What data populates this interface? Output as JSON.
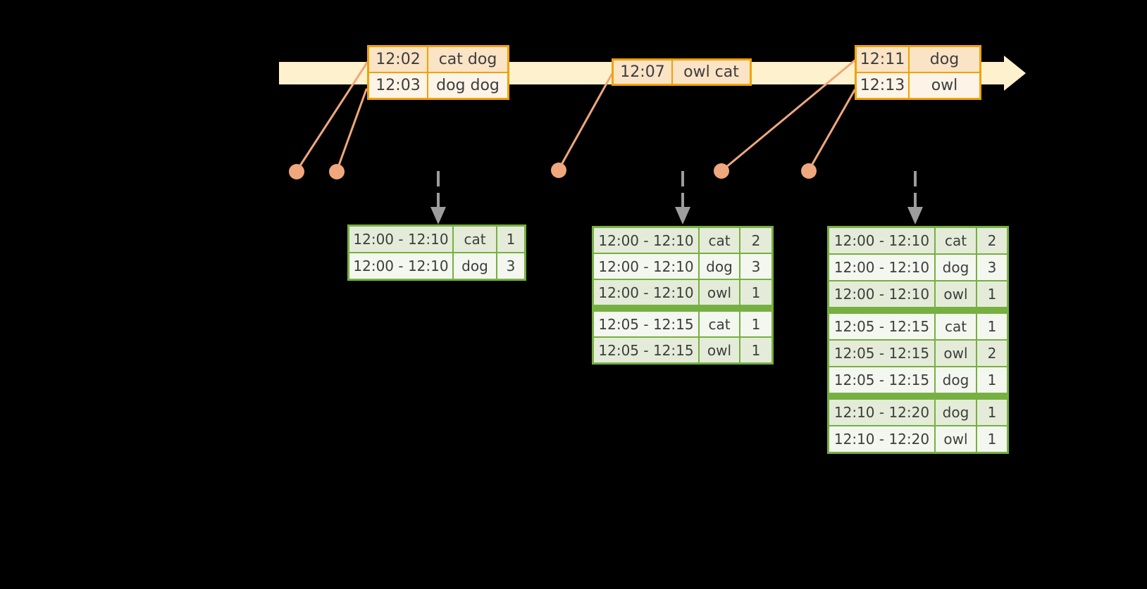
{
  "diagram": {
    "title": "windowed-grouped-aggregation-timeline",
    "timeline_direction": "right"
  },
  "colors": {
    "background": "#000000",
    "timeline_fill": "#fdf2cd",
    "event_border": "#f0a202",
    "event_row_odd": "#fbe3c5",
    "event_row_even": "#fdf4e7",
    "connector": "#efa77d",
    "result_border": "#76b041",
    "result_row_odd": "#e4ecd9",
    "result_row_even": "#f4f7ef",
    "trigger_arrow": "#9d9d9d",
    "text": "#3d3d3d"
  },
  "event_tables": [
    {
      "id": "events-1",
      "rows": [
        [
          "12:02",
          "cat dog"
        ],
        [
          "12:03",
          "dog dog"
        ]
      ]
    },
    {
      "id": "events-2",
      "rows": [
        [
          "12:07",
          "owl cat"
        ]
      ]
    },
    {
      "id": "events-3",
      "rows": [
        [
          "12:11",
          "dog"
        ],
        [
          "12:13",
          "owl"
        ]
      ]
    }
  ],
  "result_tables": [
    {
      "id": "result-1",
      "group_breaks": [],
      "rows": [
        [
          "12:00 - 12:10",
          "cat",
          "1"
        ],
        [
          "12:00 - 12:10",
          "dog",
          "3"
        ]
      ]
    },
    {
      "id": "result-2",
      "group_breaks": [
        3
      ],
      "rows": [
        [
          "12:00 - 12:10",
          "cat",
          "2"
        ],
        [
          "12:00 - 12:10",
          "dog",
          "3"
        ],
        [
          "12:00 - 12:10",
          "owl",
          "1"
        ],
        [
          "12:05 - 12:15",
          "cat",
          "1"
        ],
        [
          "12:05 - 12:15",
          "owl",
          "1"
        ]
      ]
    },
    {
      "id": "result-3",
      "group_breaks": [
        3,
        6
      ],
      "rows": [
        [
          "12:00 - 12:10",
          "cat",
          "2"
        ],
        [
          "12:00 - 12:10",
          "dog",
          "3"
        ],
        [
          "12:00 - 12:10",
          "owl",
          "1"
        ],
        [
          "12:05 - 12:15",
          "cat",
          "1"
        ],
        [
          "12:05 - 12:15",
          "owl",
          "2"
        ],
        [
          "12:05 - 12:15",
          "dog",
          "1"
        ],
        [
          "12:10 - 12:20",
          "dog",
          "1"
        ],
        [
          "12:10 - 12:20",
          "owl",
          "1"
        ]
      ]
    }
  ]
}
